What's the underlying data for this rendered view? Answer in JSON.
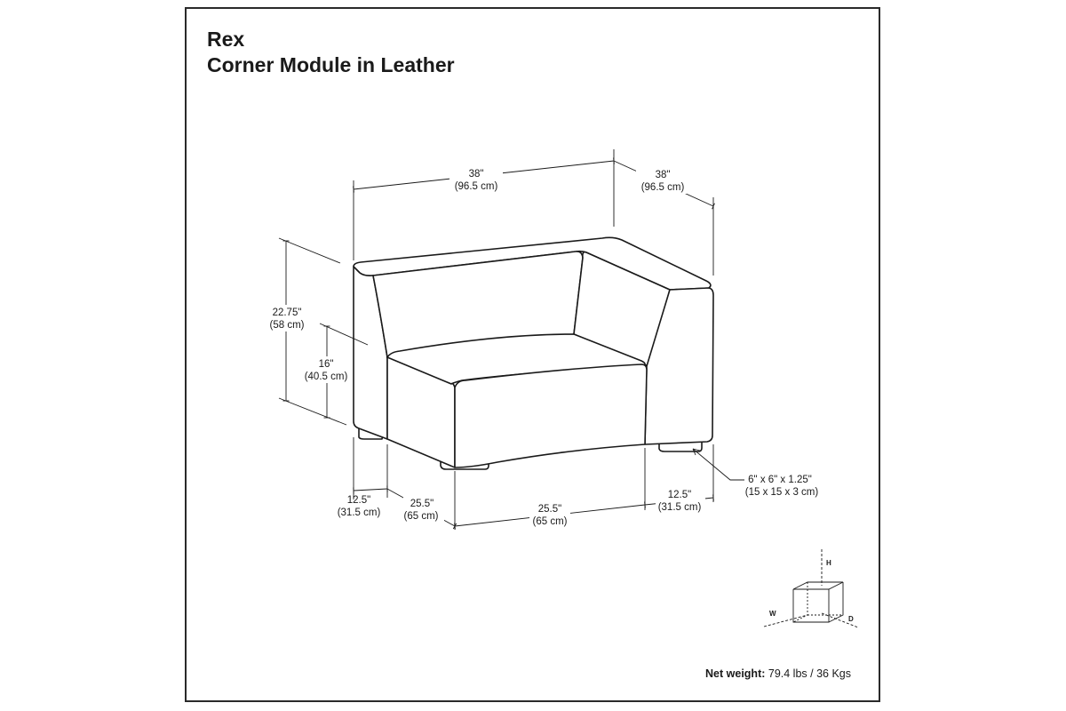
{
  "header": {
    "brand": "Rex",
    "product": "Corner Module in Leather"
  },
  "dimensions": {
    "top_width": {
      "imperial": "38\"",
      "metric": "(96.5 cm)"
    },
    "top_depth": {
      "imperial": "38\"",
      "metric": "(96.5 cm)"
    },
    "back_height": {
      "imperial": "22.75\"",
      "metric": "(58 cm)"
    },
    "seat_height": {
      "imperial": "16\"",
      "metric": "(40.5 cm)"
    },
    "arm_left": {
      "imperial": "12.5\"",
      "metric": "(31.5 cm)"
    },
    "seat_depth": {
      "imperial": "25.5\"",
      "metric": "(65 cm)"
    },
    "seat_width": {
      "imperial": "25.5\"",
      "metric": "(65 cm)"
    },
    "arm_right": {
      "imperial": "12.5\"",
      "metric": "(31.5 cm)"
    },
    "foot": {
      "imperial": "6\" x 6\" x 1.25\"",
      "metric": "(15 x 15 x 3 cm)"
    }
  },
  "axis_legend": {
    "h": "H",
    "w": "W",
    "d": "D"
  },
  "footer": {
    "weight_label": "Net weight:",
    "weight_value": "79.4 lbs / 36 Kgs"
  },
  "colors": {
    "line": "#1a1a1a",
    "background": "#ffffff"
  }
}
